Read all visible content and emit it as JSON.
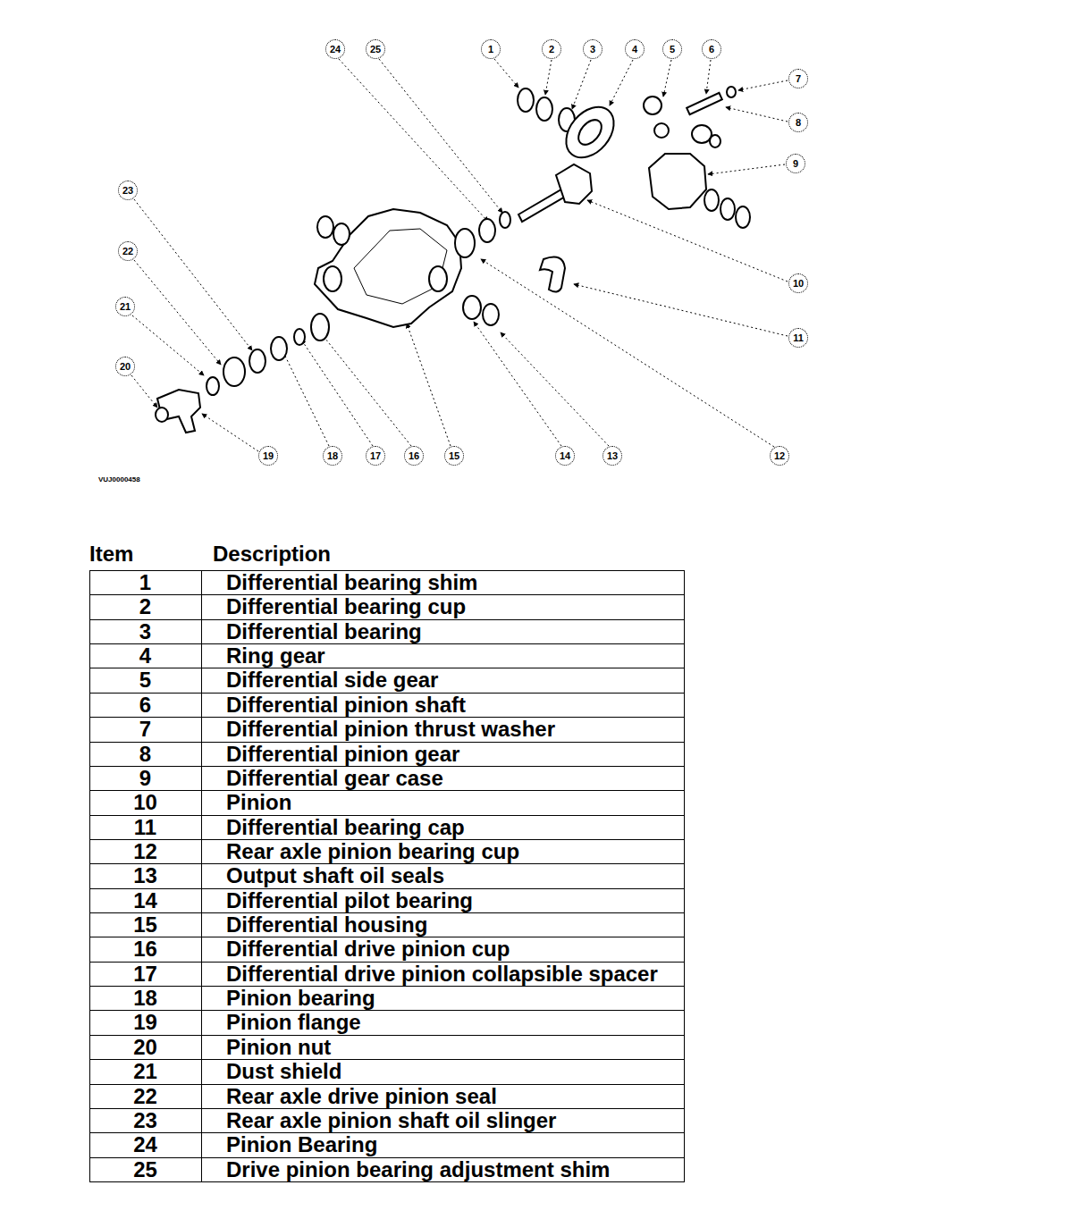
{
  "diagram": {
    "labels": [
      "24",
      "25",
      "1",
      "2",
      "3",
      "4",
      "5",
      "6",
      "7",
      "8",
      "9",
      "10",
      "11",
      "23",
      "22",
      "21",
      "20",
      "19",
      "18",
      "17",
      "16",
      "15",
      "14",
      "13",
      "12",
      "VUJ0000458",
      "Item",
      "Description",
      "1",
      "Differential bearing shim",
      "2",
      "Differential bearing cup",
      "3",
      "Differential bearing",
      "4",
      "Ring gear",
      "5",
      "Differential side gear",
      "6",
      "Differential pinion shaft",
      "7",
      "Differential pinion thrust washer",
      "8",
      "Differential pinion gear",
      "9",
      "Differential gear case",
      "10",
      "Pinion",
      "11",
      "Differential bearing cap",
      "12",
      "Rear axle pinion bearing cup",
      "13",
      "Output shaft oil seals",
      "14",
      "Differential pilot bearing",
      "15",
      "Differential housing",
      "16",
      "Differential drive pinion cup",
      "17",
      "Differential drive pinion collapsible spacer",
      "18",
      "Pinion bearing",
      "19",
      "Pinion flange",
      "20",
      "Pinion nut",
      "21",
      "Dust shield",
      "22",
      "Rear axle drive pinion seal",
      "23",
      "Rear axle pinion shaft oil slinger",
      "24",
      "Pinion Bearing",
      "25",
      "Drive pinion bearing adjustment shim"
    ]
  }
}
